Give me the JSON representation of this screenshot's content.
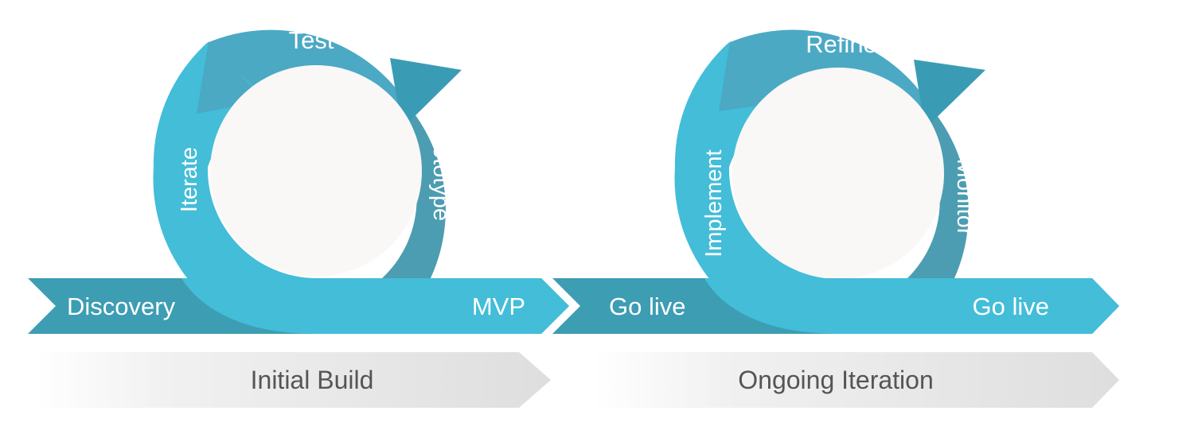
{
  "stage1": {
    "start_label": "Discovery",
    "end_label": "MVP"
  },
  "stage2": {
    "start_label": "Go live",
    "end_label": "Go live"
  },
  "cycle1": {
    "top": "Test",
    "right": "Prototype",
    "left": "Iterate"
  },
  "cycle2": {
    "top": "Refine",
    "right": "Monitor",
    "left": "Implement"
  },
  "phases": {
    "first": "Initial Build",
    "second": "Ongoing Iteration"
  },
  "colors": {
    "arrow_light": "#43BDD8",
    "arrow_dark": "#3D9DB3",
    "cycle_top": "#4BA9C4",
    "cycle_head": "#3A9CB4",
    "cycle_right": "#4C9DB1",
    "phase_bar": "#E4E4E4"
  }
}
